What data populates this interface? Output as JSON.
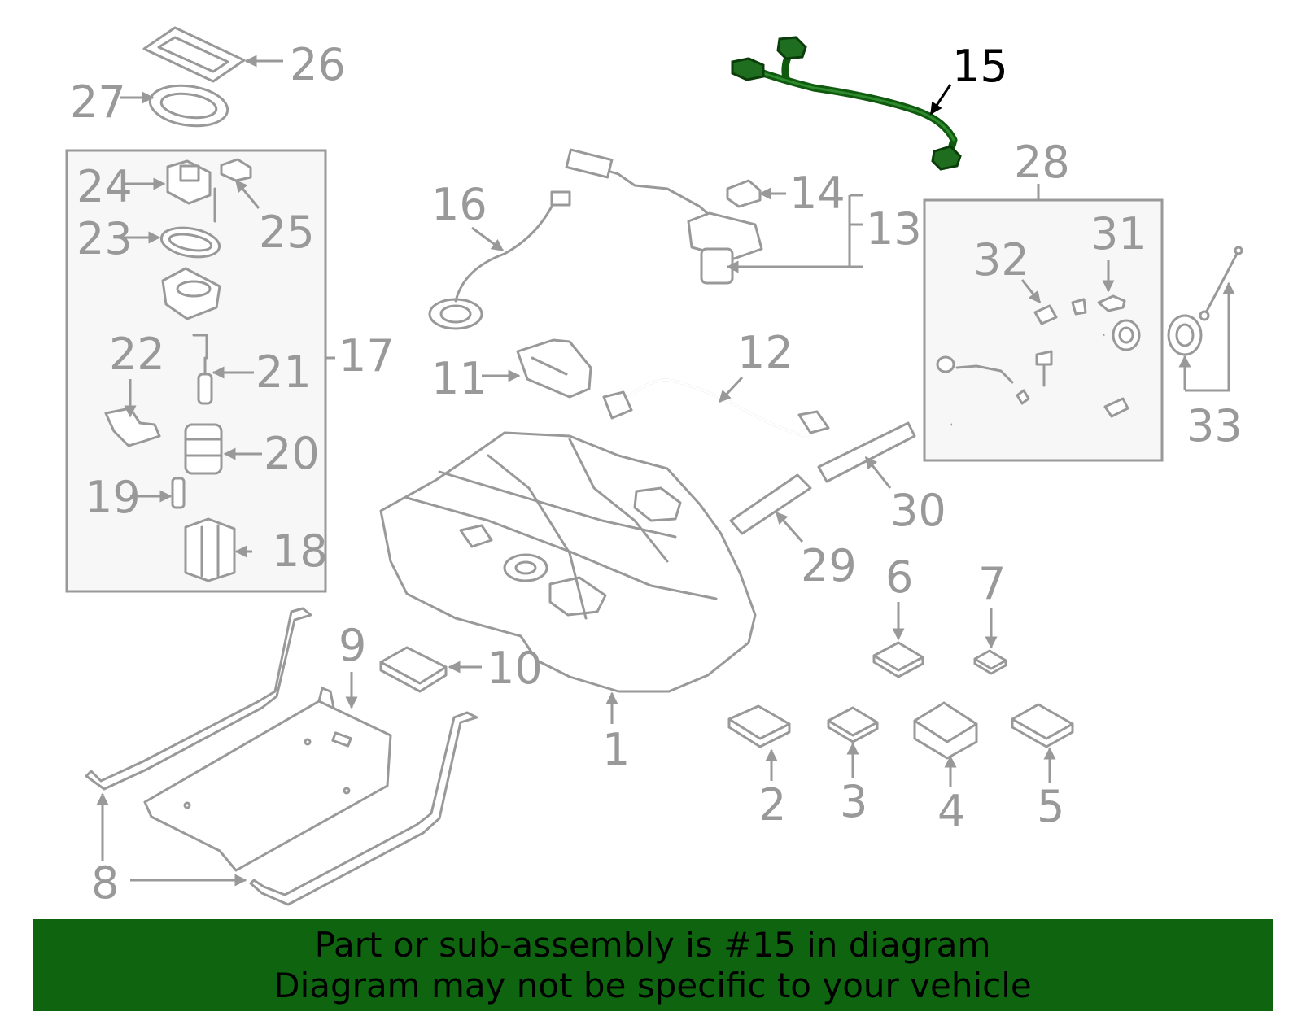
{
  "highlight_color": "#0f6410",
  "highlighted_part": "15",
  "callouts": {
    "n1": "1",
    "n2": "2",
    "n3": "3",
    "n4": "4",
    "n5": "5",
    "n6": "6",
    "n7": "7",
    "n8": "8",
    "n9": "9",
    "n10": "10",
    "n11": "11",
    "n12": "12",
    "n13": "13",
    "n14": "14",
    "n15": "15",
    "n16": "16",
    "n17": "17",
    "n18": "18",
    "n19": "19",
    "n20": "20",
    "n21": "21",
    "n22": "22",
    "n23": "23",
    "n24": "24",
    "n25": "25",
    "n26": "26",
    "n27": "27",
    "n28": "28",
    "n29": "29",
    "n30": "30",
    "n31": "31",
    "n32": "32",
    "n33": "33"
  },
  "banner": {
    "line1": "Part or sub-assembly is #15 in diagram",
    "line2": "Diagram may not be specific to your vehicle"
  }
}
